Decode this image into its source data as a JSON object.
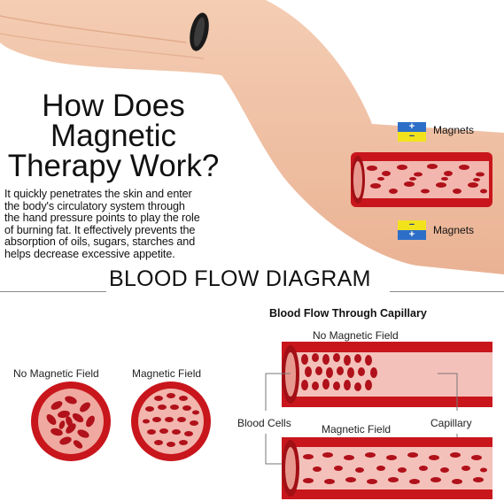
{
  "hero": {
    "title_line1": "How Does",
    "title_line2": "Magnetic",
    "title_line3": "Therapy Work?",
    "paragraph_lines": [
      "It quickly penetrates the skin and enter",
      "the body's circulatory system through",
      "the hand pressure points to play the role",
      "of burning fat. It effectively prevents the",
      "absorption of oils, sugars, starches and",
      "helps decrease excessive appetite."
    ]
  },
  "magnets": {
    "label_top": "Magnets",
    "label_bottom": "Magnets",
    "plus": "+",
    "minus": "−"
  },
  "section": {
    "title": "BLOOD FLOW DIAGRAM"
  },
  "cross_sections": {
    "left_label": "No Magnetic Field",
    "right_label": "Magnetic Field"
  },
  "capillary": {
    "heading": "Blood Flow Through Capillary",
    "top_label": "No Magnetic Field",
    "bottom_label": "Magnetic Field",
    "left_callout": "Blood Cells",
    "right_callout": "Capillary"
  },
  "colors": {
    "vessel_red": "#c8161c",
    "cell_red": "#b0111a",
    "skin": "#f2c4a8",
    "magnet_blue": "#2d6fc8",
    "magnet_yellow": "#f2e21c"
  }
}
